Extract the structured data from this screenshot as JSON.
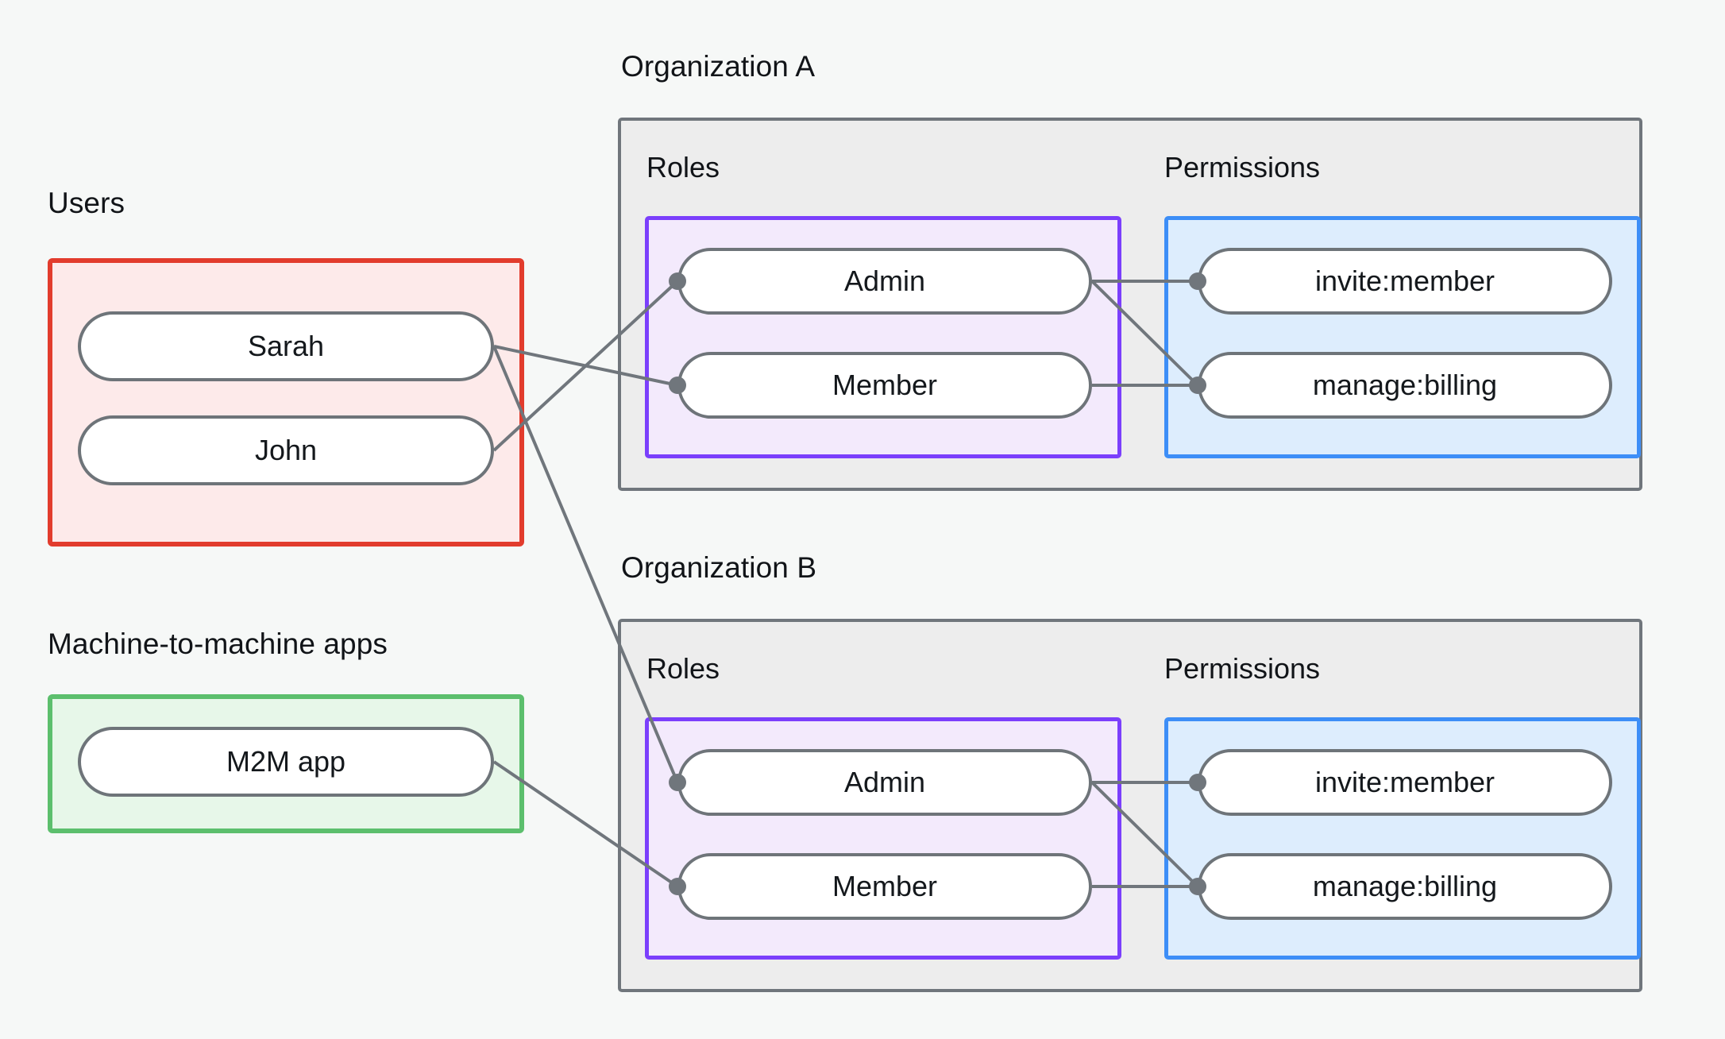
{
  "diagram": {
    "title_users": "Users",
    "title_m2m": "Machine-to-machine apps",
    "title_org_a": "Organization A",
    "title_org_b": "Organization B",
    "label_roles": "Roles",
    "label_permissions": "Permissions",
    "colors": {
      "background": "#f6f8f7",
      "users_border": "#e23c2d",
      "users_fill": "#fdeaea",
      "m2m_border": "#5cbf6d",
      "m2m_fill": "#e7f7e9",
      "org_border": "#70767c",
      "org_fill": "#ededed",
      "roles_border": "#7b3ffc",
      "roles_fill": "#f3eafc",
      "perms_border": "#3d8ef7",
      "perms_fill": "#ddedfd",
      "node_border": "#6e7479",
      "node_fill": "#ffffff",
      "edge": "#70767c",
      "text": "#14181c"
    },
    "users": [
      {
        "id": "sarah",
        "label": "Sarah"
      },
      {
        "id": "john",
        "label": "John"
      }
    ],
    "m2m_apps": [
      {
        "id": "m2mapp",
        "label": "M2M app"
      }
    ],
    "org_a": {
      "name": "Organization A",
      "roles": [
        {
          "id": "a-admin",
          "label": "Admin"
        },
        {
          "id": "a-member",
          "label": "Member"
        }
      ],
      "permissions": [
        {
          "id": "a-invite",
          "label": "invite:member"
        },
        {
          "id": "a-billing",
          "label": "manage:billing"
        }
      ]
    },
    "org_b": {
      "name": "Organization B",
      "roles": [
        {
          "id": "b-admin",
          "label": "Admin"
        },
        {
          "id": "b-member",
          "label": "Member"
        }
      ],
      "permissions": [
        {
          "id": "b-invite",
          "label": "invite:member"
        },
        {
          "id": "b-billing",
          "label": "manage:billing"
        }
      ]
    },
    "connections": [
      {
        "from": "sarah",
        "to": "a-member"
      },
      {
        "from": "sarah",
        "to": "b-admin"
      },
      {
        "from": "john",
        "to": "a-admin"
      },
      {
        "from": "m2mapp",
        "to": "b-member"
      },
      {
        "from": "a-admin",
        "to": "a-invite"
      },
      {
        "from": "a-admin",
        "to": "a-billing"
      },
      {
        "from": "a-member",
        "to": "a-billing"
      },
      {
        "from": "b-admin",
        "to": "b-invite"
      },
      {
        "from": "b-admin",
        "to": "b-billing"
      },
      {
        "from": "b-member",
        "to": "b-billing"
      }
    ]
  }
}
